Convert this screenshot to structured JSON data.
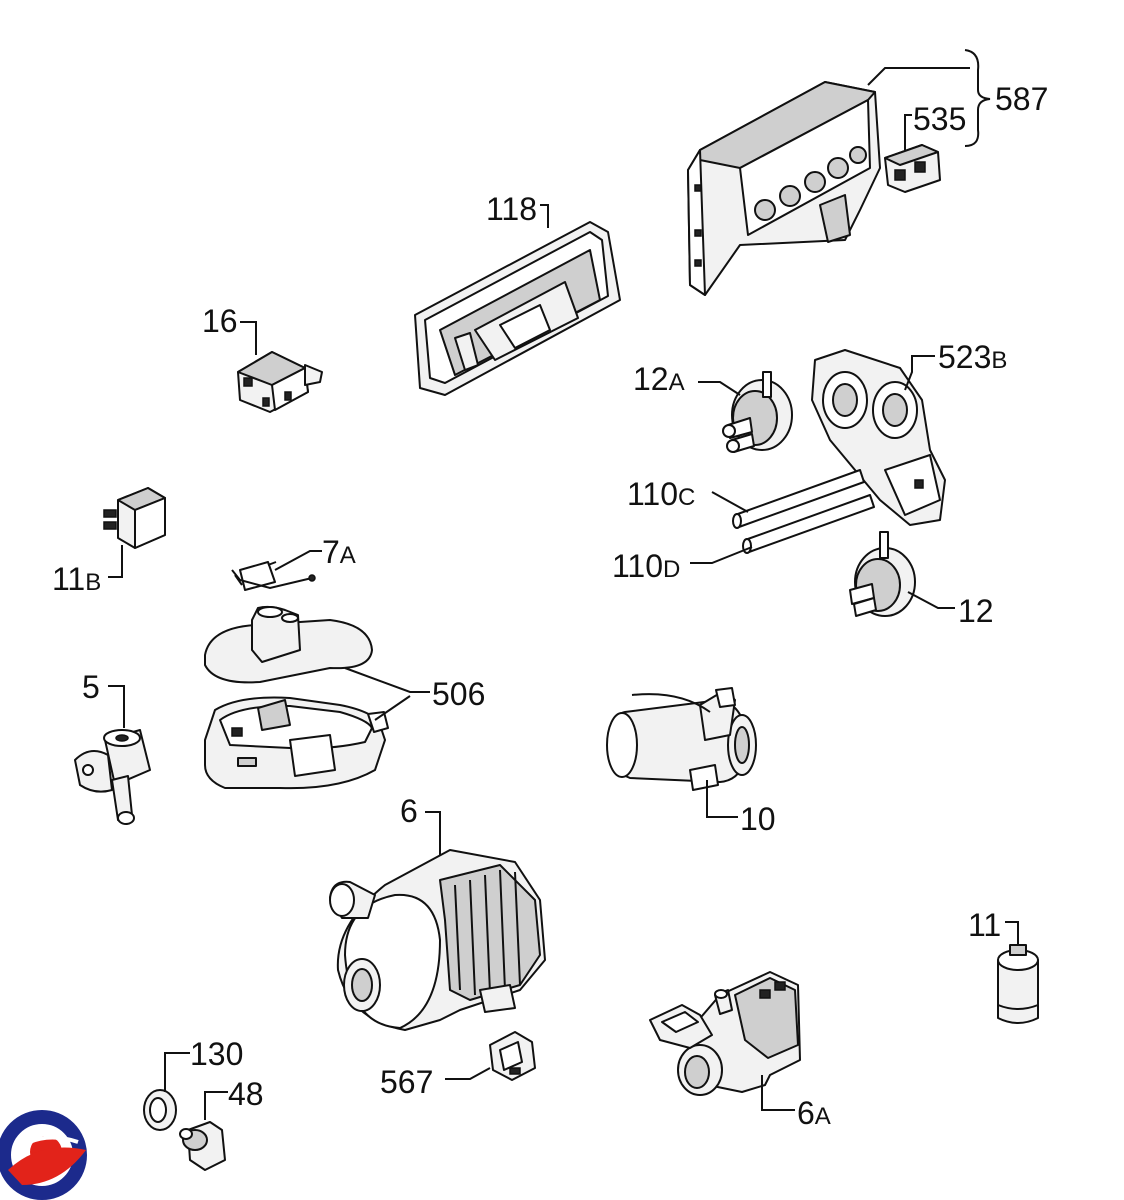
{
  "parts": [
    {
      "id": "p587",
      "num": "587",
      "suffix": ""
    },
    {
      "id": "p535",
      "num": "535",
      "suffix": ""
    },
    {
      "id": "p118",
      "num": "118",
      "suffix": ""
    },
    {
      "id": "p16",
      "num": "16",
      "suffix": ""
    },
    {
      "id": "p12A",
      "num": "12",
      "suffix": "A"
    },
    {
      "id": "p523B",
      "num": "523",
      "suffix": "B"
    },
    {
      "id": "p110C",
      "num": "110",
      "suffix": "C"
    },
    {
      "id": "p110D",
      "num": "110",
      "suffix": "D"
    },
    {
      "id": "p12",
      "num": "12",
      "suffix": ""
    },
    {
      "id": "p11B",
      "num": "11",
      "suffix": "B"
    },
    {
      "id": "p7A",
      "num": "7",
      "suffix": "A"
    },
    {
      "id": "p506",
      "num": "506",
      "suffix": ""
    },
    {
      "id": "p5",
      "num": "5",
      "suffix": ""
    },
    {
      "id": "p10",
      "num": "10",
      "suffix": ""
    },
    {
      "id": "p6",
      "num": "6",
      "suffix": ""
    },
    {
      "id": "p11",
      "num": "11",
      "suffix": ""
    },
    {
      "id": "p130",
      "num": "130",
      "suffix": ""
    },
    {
      "id": "p48",
      "num": "48",
      "suffix": ""
    },
    {
      "id": "p567",
      "num": "567",
      "suffix": ""
    },
    {
      "id": "p6A",
      "num": "6",
      "suffix": "A"
    }
  ],
  "logo": {
    "name": "brand-logo",
    "colors": [
      "#1c2a8c",
      "#e2231a"
    ]
  }
}
